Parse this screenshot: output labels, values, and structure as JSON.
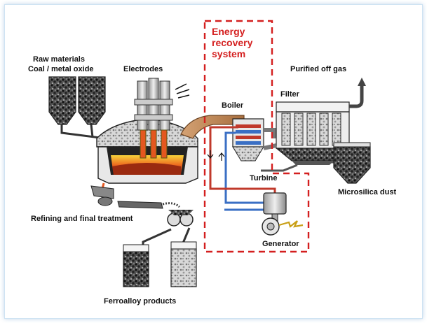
{
  "diagram": {
    "labels": {
      "raw_materials": "Raw materials",
      "coal_metal_oxide": "Coal / metal oxide",
      "electrodes": "Electrodes",
      "energy_line1": "Energy",
      "energy_line2": "recovery",
      "energy_line3": "system",
      "purified_off_gas": "Purified off gas",
      "filter": "Filter",
      "boiler": "Boiler",
      "turbine": "Turbine",
      "microsilica_dust": "Microsilica dust",
      "refining": "Refining and final treatment",
      "generator": "Generator",
      "ferroalloy": "Ferroalloy products"
    },
    "colors": {
      "energy_box": "#d41f1f",
      "flue": "#b07a4a",
      "hot_metal": "#e4571f",
      "pipe_red": "#c0392b",
      "pipe_blue": "#3a6fc4"
    }
  }
}
